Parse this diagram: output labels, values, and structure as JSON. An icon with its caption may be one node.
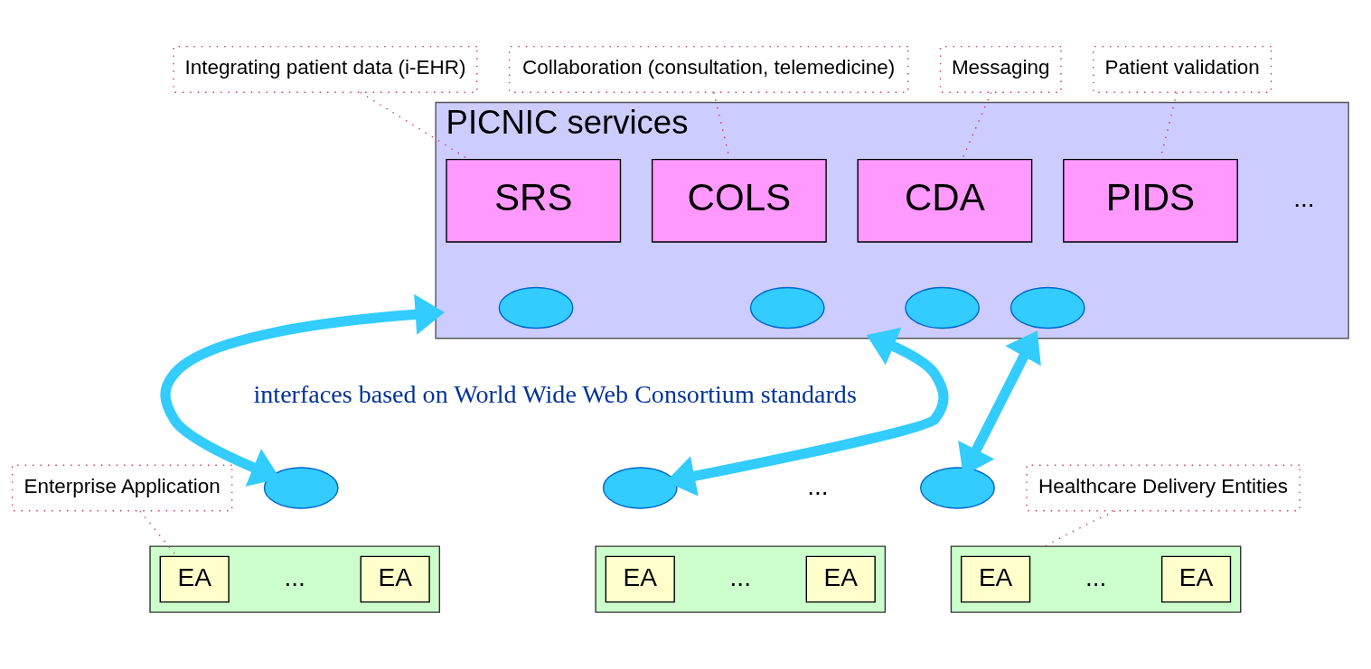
{
  "diagram": {
    "nodes": [
      {
        "text": [
          "Integrating patient data (i-EHR)"
        ]
      },
      {
        "text": [
          "Collaboration (consultation, telemedicine)"
        ]
      },
      {
        "text": [
          "Messaging"
        ]
      },
      {
        "text": [
          "Patient validation"
        ]
      },
      {
        "text": [
          "PICNIC services"
        ]
      },
      {
        "text": [
          "SRS"
        ],
        "in": 4
      },
      {
        "text": [
          "COLS"
        ],
        "in": 4
      },
      {
        "text": [
          "CDA"
        ],
        "in": 4
      },
      {
        "text": [
          "PIDS"
        ],
        "in": 4
      },
      {
        "text": [],
        "shape": "ellipse",
        "in": 4
      },
      {
        "text": [],
        "shape": "ellipse",
        "in": 4
      },
      {
        "text": [],
        "shape": "ellipse",
        "in": 4
      },
      {
        "text": [],
        "shape": "ellipse",
        "in": 4
      },
      {
        "text": [
          "Enterprise Application"
        ]
      },
      {
        "text": [
          "Healthcare Delivery Entities"
        ]
      },
      {
        "text": [],
        "shape": "box"
      },
      {
        "text": [
          "EA"
        ],
        "in": 15
      },
      {
        "text": [
          "EA"
        ],
        "in": 15
      },
      {
        "text": [],
        "shape": "box"
      },
      {
        "text": [
          "EA"
        ],
        "in": 18
      },
      {
        "text": [
          "EA"
        ],
        "in": 18
      },
      {
        "text": [],
        "shape": "box"
      },
      {
        "text": [
          "EA"
        ],
        "in": 21
      },
      {
        "text": [
          "EA"
        ],
        "in": 21
      },
      {
        "text": [],
        "shape": "ellipse"
      },
      {
        "text": [],
        "shape": "ellipse"
      },
      {
        "text": [],
        "shape": "ellipse"
      }
    ],
    "edges": [
      {
        "from": 0,
        "to": 5,
        "arrow": "none",
        "style": "dashed"
      },
      {
        "from": 1,
        "to": 6,
        "arrow": "none",
        "style": "dashed"
      },
      {
        "from": 2,
        "to": 7,
        "arrow": "none",
        "style": "dashed"
      },
      {
        "from": 3,
        "to": 8,
        "arrow": "none",
        "style": "dashed"
      },
      {
        "from": 4,
        "to": 24,
        "arrow": "both",
        "style": "thick",
        "color": "#33ccff"
      },
      {
        "from": 4,
        "to": 25,
        "arrow": "both",
        "style": "thick",
        "color": "#33ccff"
      },
      {
        "from": 4,
        "to": 26,
        "arrow": "both",
        "style": "thick",
        "color": "#33ccff"
      },
      {
        "from": 13,
        "to": 16,
        "arrow": "none",
        "style": "dashed"
      },
      {
        "from": 14,
        "to": 21,
        "arrow": "none",
        "style": "dashed"
      }
    ],
    "labels": [
      "...",
      "interfaces based on World Wide Web Consortium standards",
      "...",
      "...",
      "...",
      "..."
    ]
  }
}
